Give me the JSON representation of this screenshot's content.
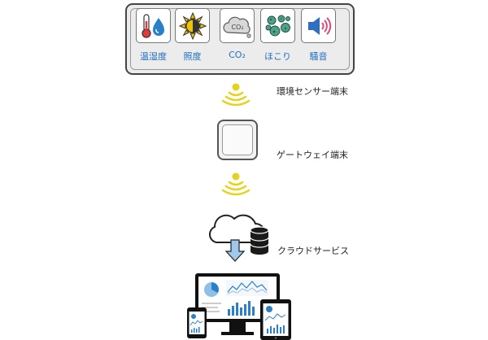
{
  "sensors": [
    {
      "label": "温湿度",
      "icon": "thermometer-droplet-icon"
    },
    {
      "label": "照度",
      "icon": "sun-icon"
    },
    {
      "label": "CO₂",
      "icon": "co2-cloud-icon",
      "icon_text": "CO₂"
    },
    {
      "label": "ほこり",
      "icon": "dust-particles-icon"
    },
    {
      "label": "騒音",
      "icon": "speaker-sound-icon"
    }
  ],
  "labels": {
    "sensor_terminal": "環境センサー端末",
    "gateway": "ゲートウェイ端末",
    "cloud": "クラウドサービス"
  },
  "colors": {
    "label_blue": "#1f6fc4",
    "wireless_yellow": "#e6d21a",
    "arrow_blue": "#9ec9ea",
    "chart_blue": "#2a80c8"
  }
}
